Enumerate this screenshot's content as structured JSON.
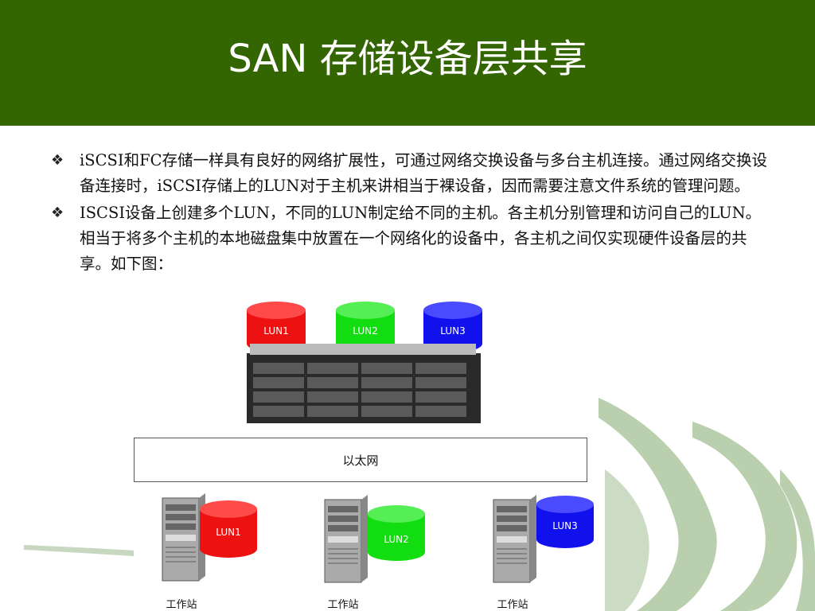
{
  "slide": {
    "title": "SAN 存储设备层共享",
    "bullets": [
      "iSCSI和FC存储一样具有良好的网络扩展性，可通过网络交换设备与多台主机连接。通过网络交换设备连接时，iSCSI存储上的LUN对于主机来讲相当于裸设备，因而需要注意文件系统的管理问题。",
      "ISCSI设备上创建多个LUN，不同的LUN制定给不同的主机。各主机分别管理和访问自己的LUN。相当于将多个主机的本地磁盘集中放置在一个网络化的设备中，各主机之间仅实现硬件设备层的共享。如下图："
    ],
    "bullet_icon": "diamond-bullet-icon"
  },
  "figure": {
    "storage_luns": [
      {
        "label": "LUN1",
        "color": "#ee1111"
      },
      {
        "label": "LUN2",
        "color": "#11dd11"
      },
      {
        "label": "LUN3",
        "color": "#1111ee"
      }
    ],
    "network_label": "以太网",
    "hosts": [
      {
        "label": "工作站",
        "lun_label": "LUN1",
        "lun_color": "#ee1111"
      },
      {
        "label": "工作站",
        "lun_label": "LUN2",
        "lun_color": "#11dd11"
      },
      {
        "label": "工作站",
        "lun_label": "LUN3",
        "lun_color": "#1111ee"
      }
    ]
  },
  "colors": {
    "title_bar": "#336600",
    "watermark": "#b9cfae"
  }
}
